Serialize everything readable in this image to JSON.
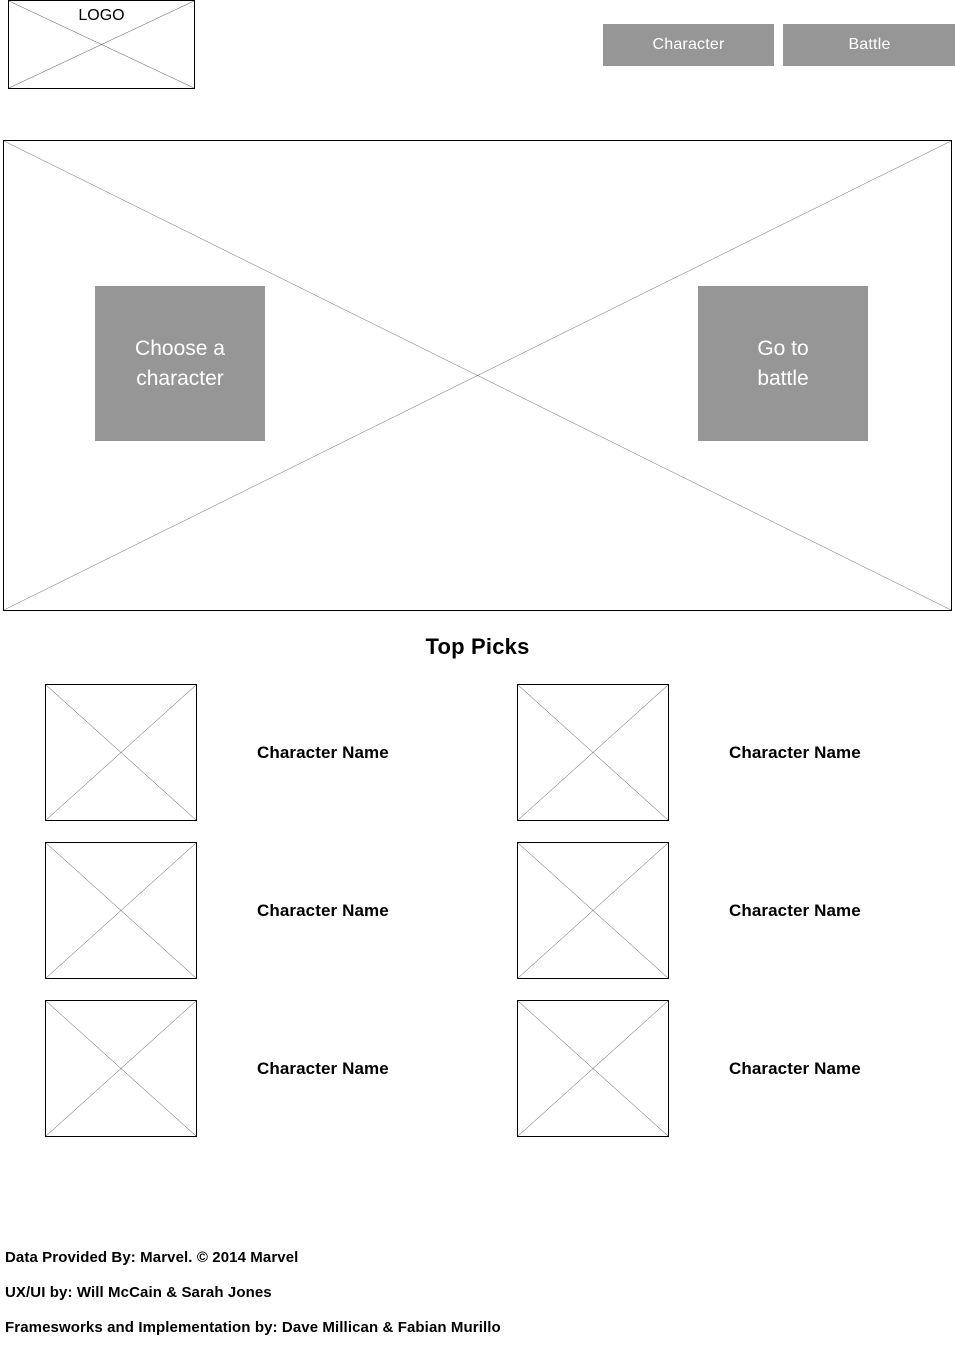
{
  "header": {
    "logo_label": "LOGO",
    "nav": [
      {
        "label": "Character",
        "name": "character"
      },
      {
        "label": "Battle",
        "name": "battle"
      }
    ]
  },
  "hero": {
    "choose_cta": "Choose a\ncharacter",
    "battle_cta": "Go to\nbattle"
  },
  "top_picks": {
    "title": "Top Picks",
    "items": [
      {
        "name": "Character Name"
      },
      {
        "name": "Character Name"
      },
      {
        "name": "Character Name"
      },
      {
        "name": "Character Name"
      },
      {
        "name": "Character Name"
      },
      {
        "name": "Character Name"
      }
    ]
  },
  "footer": {
    "lines": [
      "Data Provided By: Marvel. © 2014 Marvel",
      "UX/UI by: Will McCain & Sarah Jones",
      "Framesworks and Implementation by: Dave Millican & Fabian Murillo"
    ]
  },
  "colors": {
    "placeholder_gray": "#969696",
    "outline": "#000000",
    "background": "#ffffff",
    "button_text": "#ffffff"
  }
}
